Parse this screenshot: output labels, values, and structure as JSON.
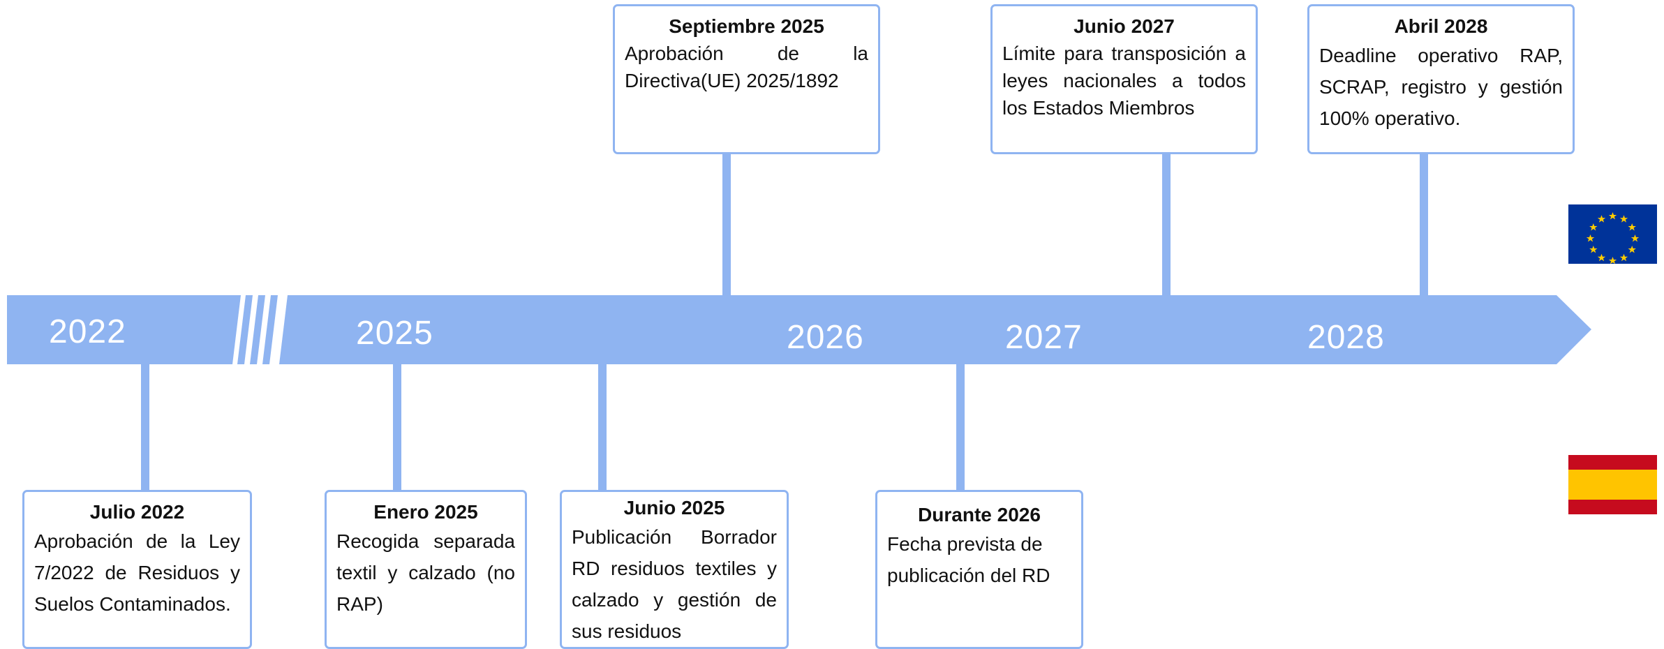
{
  "timeline": {
    "years": [
      "2022",
      "2025",
      "2026",
      "2027",
      "2028"
    ],
    "band_color": "#8fb4f1",
    "text_color": "#ffffff"
  },
  "events_top": [
    {
      "title": "Septiembre 2025",
      "text": "Aprobación de la Directiva(UE) 2025/1892"
    },
    {
      "title": "Junio 2027",
      "text": "Límite para transposición a leyes nacionales a todos los Estados Miembros"
    },
    {
      "title": "Abril 2028",
      "text": "Deadline operativo RAP, SCRAP, registro y gestión 100% operativo."
    }
  ],
  "events_bottom": [
    {
      "title": "Julio 2022",
      "text": "Aprobación de la Ley 7/2022 de Residuos y Suelos Contaminados."
    },
    {
      "title": "Enero 2025",
      "text": "Recogida separada textil y calzado (no RAP)"
    },
    {
      "title": "Junio 2025",
      "text": "Publicación Borrador RD residuos textiles y calzado y gestión de sus residuos"
    },
    {
      "title": "Durante 2026",
      "text": "Fecha prevista de publicación del RD"
    }
  ],
  "flags": {
    "eu": {
      "icon": "eu-flag-icon",
      "blue": "#003399",
      "star": "#ffcc00"
    },
    "spain": {
      "icon": "spain-flag-icon",
      "red": "#c60b1e",
      "yellow": "#ffc400"
    }
  }
}
